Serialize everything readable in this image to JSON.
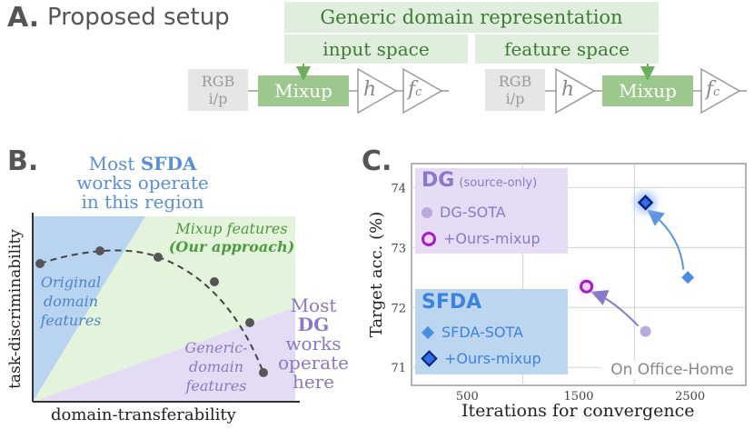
{
  "panelA": {
    "letter": "A.",
    "title": "Proposed setup",
    "generic_repr": "Generic domain representation",
    "input_space": "input space",
    "feature_space": "feature space",
    "rgb_label_1": "RGB",
    "rgb_label_2": "i/p",
    "mixup_label": "Mixup",
    "h_label": "h",
    "fc_label": "f",
    "fc_sub": "c"
  },
  "panelB": {
    "letter": "B.",
    "sfda_line1_pre": "Most ",
    "sfda_line1_bold": "SFDA",
    "sfda_line2": "works operate",
    "sfda_line3": "in this region",
    "mixup_line1": "Mixup features",
    "mixup_line2": "(Our approach)",
    "orig_line1": "Original",
    "orig_line2": "domain",
    "orig_line3": "features",
    "generic_line1": "Generic-",
    "generic_line2": "domain",
    "generic_line3": "features",
    "dg_line1": "Most",
    "dg_line2": "DG",
    "dg_line3": "works",
    "dg_line4": "operate",
    "dg_line5": "here",
    "ylabel": "task-discriminability",
    "xlabel": "domain-transferability",
    "colors": {
      "sfda_blue": "#b8d4f0",
      "green": "#e4f3dc",
      "purple": "#e4dcf4"
    }
  },
  "panelC": {
    "letter": "C.",
    "ylabel": "Target acc. (%)",
    "xlabel": "Iterations for convergence",
    "footer": "On Office-Home",
    "dg_title": "DG",
    "dg_subtitle": "(source-only)",
    "dg_sota": "DG-SOTA",
    "dg_ours": "+Ours-mixup",
    "sfda_title": "SFDA",
    "sfda_sota": "SFDA-SOTA",
    "sfda_ours": "+Ours-mixup"
  },
  "chart_data": {
    "type": "scatter",
    "xlabel": "Iterations for convergence",
    "ylabel": "Target acc. (%)",
    "xlim": [
      0,
      3000
    ],
    "ylim": [
      70.7,
      74.4
    ],
    "xticks": [
      500,
      1500,
      2500
    ],
    "yticks": [
      71,
      72,
      73,
      74
    ],
    "grid": true,
    "series": [
      {
        "name": "DG-SOTA",
        "marker": "circle",
        "color": "#b9a9dc",
        "points": [
          {
            "x": 2100,
            "y": 71.6
          }
        ]
      },
      {
        "name": "+Ours-mixup",
        "group": "DG",
        "marker": "circle",
        "color": "#f2d4f2",
        "points": [
          {
            "x": 1570,
            "y": 72.35
          }
        ]
      },
      {
        "name": "SFDA-SOTA",
        "marker": "diamond",
        "color": "#4a8de0",
        "points": [
          {
            "x": 2480,
            "y": 72.5
          }
        ]
      },
      {
        "name": "+Ours-mixup",
        "group": "SFDA",
        "marker": "diamond",
        "color": "#2f6fe0",
        "points": [
          {
            "x": 2100,
            "y": 73.75
          }
        ]
      }
    ],
    "arrows": [
      {
        "from": {
          "x": 2100,
          "y": 71.6
        },
        "to": {
          "x": 1570,
          "y": 72.35
        }
      },
      {
        "from": {
          "x": 2480,
          "y": 72.5
        },
        "to": {
          "x": 2100,
          "y": 73.75
        }
      }
    ]
  }
}
